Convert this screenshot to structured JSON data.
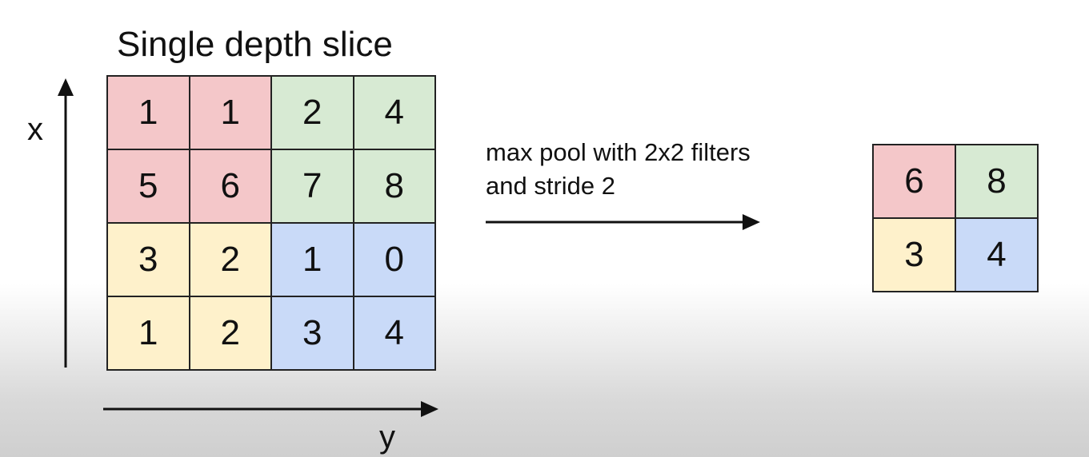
{
  "title": "Single depth slice",
  "axis_x_label": "x",
  "axis_y_label": "y",
  "caption_lines": [
    "max pool with 2x2 filters",
    "and stride 2"
  ],
  "colors": {
    "red": "#f4c7c9",
    "green": "#d7ead3",
    "yellow": "#fef1cb",
    "blue": "#c9daf8"
  },
  "input_grid": [
    [
      {
        "v": "1",
        "c": "red"
      },
      {
        "v": "1",
        "c": "red"
      },
      {
        "v": "2",
        "c": "green"
      },
      {
        "v": "4",
        "c": "green"
      }
    ],
    [
      {
        "v": "5",
        "c": "red"
      },
      {
        "v": "6",
        "c": "red"
      },
      {
        "v": "7",
        "c": "green"
      },
      {
        "v": "8",
        "c": "green"
      }
    ],
    [
      {
        "v": "3",
        "c": "yellow"
      },
      {
        "v": "2",
        "c": "yellow"
      },
      {
        "v": "1",
        "c": "blue"
      },
      {
        "v": "0",
        "c": "blue"
      }
    ],
    [
      {
        "v": "1",
        "c": "yellow"
      },
      {
        "v": "2",
        "c": "yellow"
      },
      {
        "v": "3",
        "c": "blue"
      },
      {
        "v": "4",
        "c": "blue"
      }
    ]
  ],
  "output_grid": [
    [
      {
        "v": "6",
        "c": "red"
      },
      {
        "v": "8",
        "c": "green"
      }
    ],
    [
      {
        "v": "3",
        "c": "yellow"
      },
      {
        "v": "4",
        "c": "blue"
      }
    ]
  ]
}
